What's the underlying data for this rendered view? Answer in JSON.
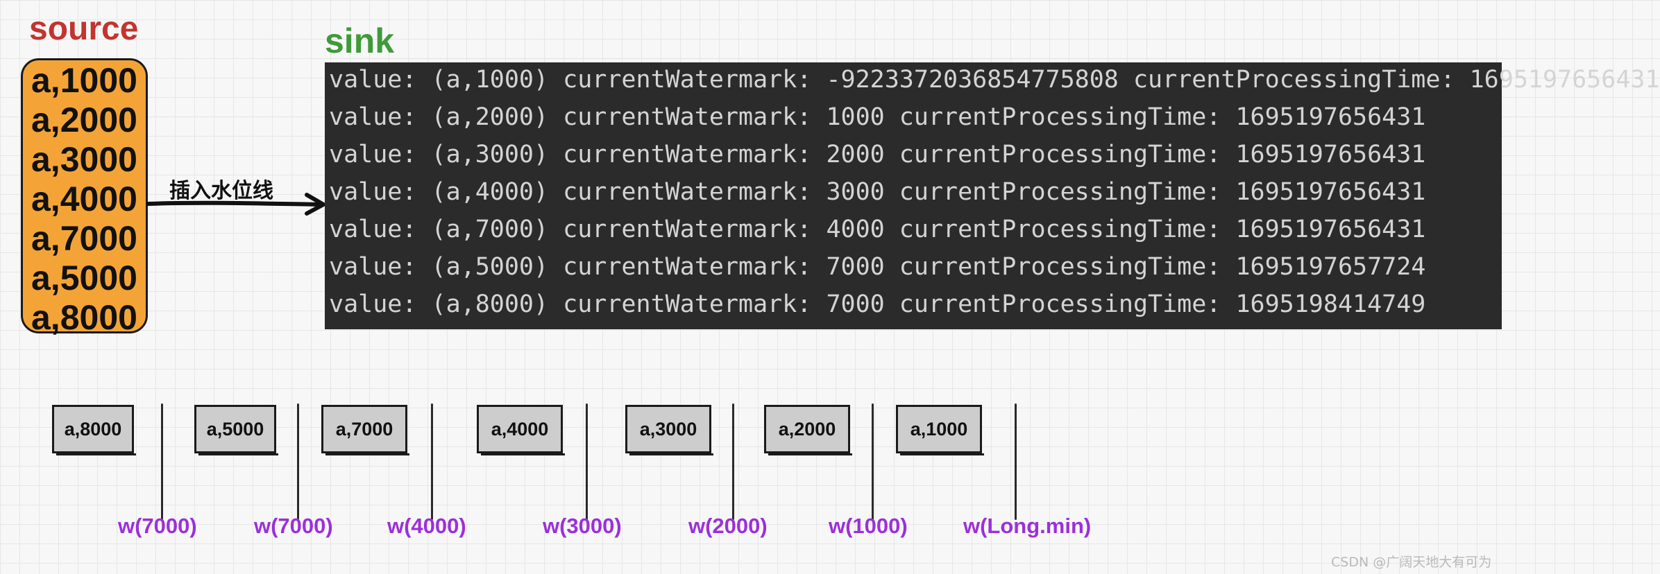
{
  "titles": {
    "source": "source",
    "sink": "sink"
  },
  "colors": {
    "source_title": "#c3342f",
    "sink_title": "#3f9a3a",
    "source_box": "#f4a436",
    "console_bg": "#2b2b2b",
    "event_box": "#cdcdcd",
    "watermark_label": "#9b30d9"
  },
  "source_items": [
    "a,1000",
    "a,2000",
    "a,3000",
    "a,4000",
    "a,7000",
    "a,5000",
    "a,8000"
  ],
  "arrow_label": "插入水位线",
  "console_lines": [
    "value: (a,1000) currentWatermark: -9223372036854775808 currentProcessingTime: 1695197656431",
    "value: (a,2000) currentWatermark: 1000 currentProcessingTime: 1695197656431",
    "value: (a,3000) currentWatermark: 2000 currentProcessingTime: 1695197656431",
    "value: (a,4000) currentWatermark: 3000 currentProcessingTime: 1695197656431",
    "value: (a,7000) currentWatermark: 4000 currentProcessingTime: 1695197656431",
    "value: (a,5000) currentWatermark: 7000 currentProcessingTime: 1695197657724",
    "value: (a,8000) currentWatermark: 7000 currentProcessingTime: 1695198414749"
  ],
  "stream_events": [
    "a,8000",
    "a,5000",
    "a,7000",
    "a,4000",
    "a,3000",
    "a,2000",
    "a,1000"
  ],
  "watermarks": [
    "w(7000)",
    "w(7000)",
    "w(4000)",
    "w(3000)",
    "w(2000)",
    "w(1000)",
    "w(Long.min)"
  ],
  "credit": "CSDN @广阔天地大有可为"
}
